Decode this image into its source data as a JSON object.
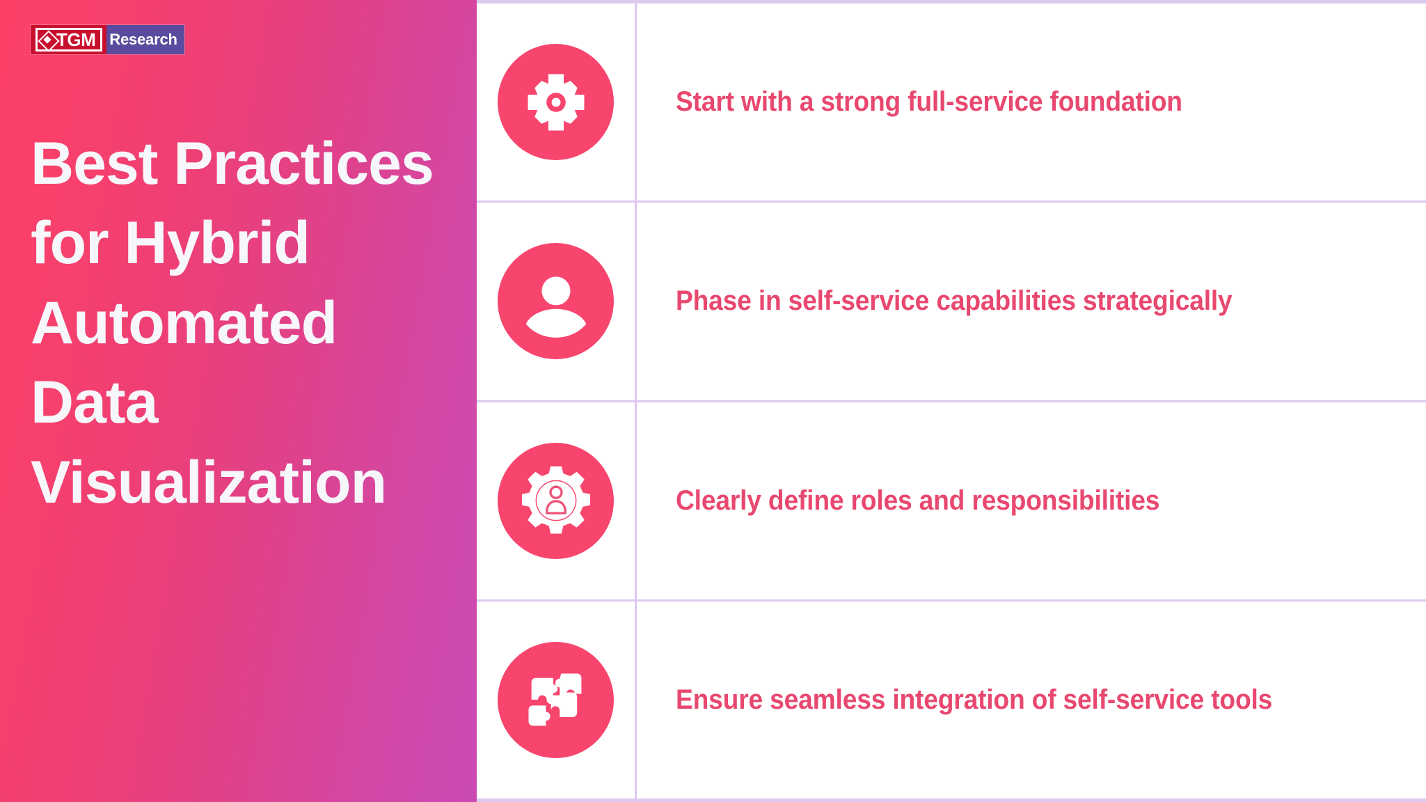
{
  "brand": {
    "logo_mark": "diamond-icon",
    "name_primary": "TGM",
    "name_secondary": "Research",
    "color_primary": "#c8102e",
    "color_secondary": "#5b4b9e"
  },
  "hero": {
    "title": "Best Practices for Hybrid Automated Data Visualization",
    "gradient_from": "#fc4068",
    "gradient_to": "#cb4bb4",
    "title_color": "#f7f7fb"
  },
  "table": {
    "border_color": "#ddc8f0",
    "accent_color": "#f7456e",
    "text_color": "#e8486f",
    "rows": [
      {
        "icon": "gear-icon",
        "label": "Start with a strong full-service foundation"
      },
      {
        "icon": "user-icon",
        "label": "Phase in self-service capabilities strategically"
      },
      {
        "icon": "gear-user-icon",
        "label": "Clearly define roles and responsibilities"
      },
      {
        "icon": "puzzle-pieces-icon",
        "label": "Ensure seamless integration of self-service tools"
      }
    ]
  }
}
